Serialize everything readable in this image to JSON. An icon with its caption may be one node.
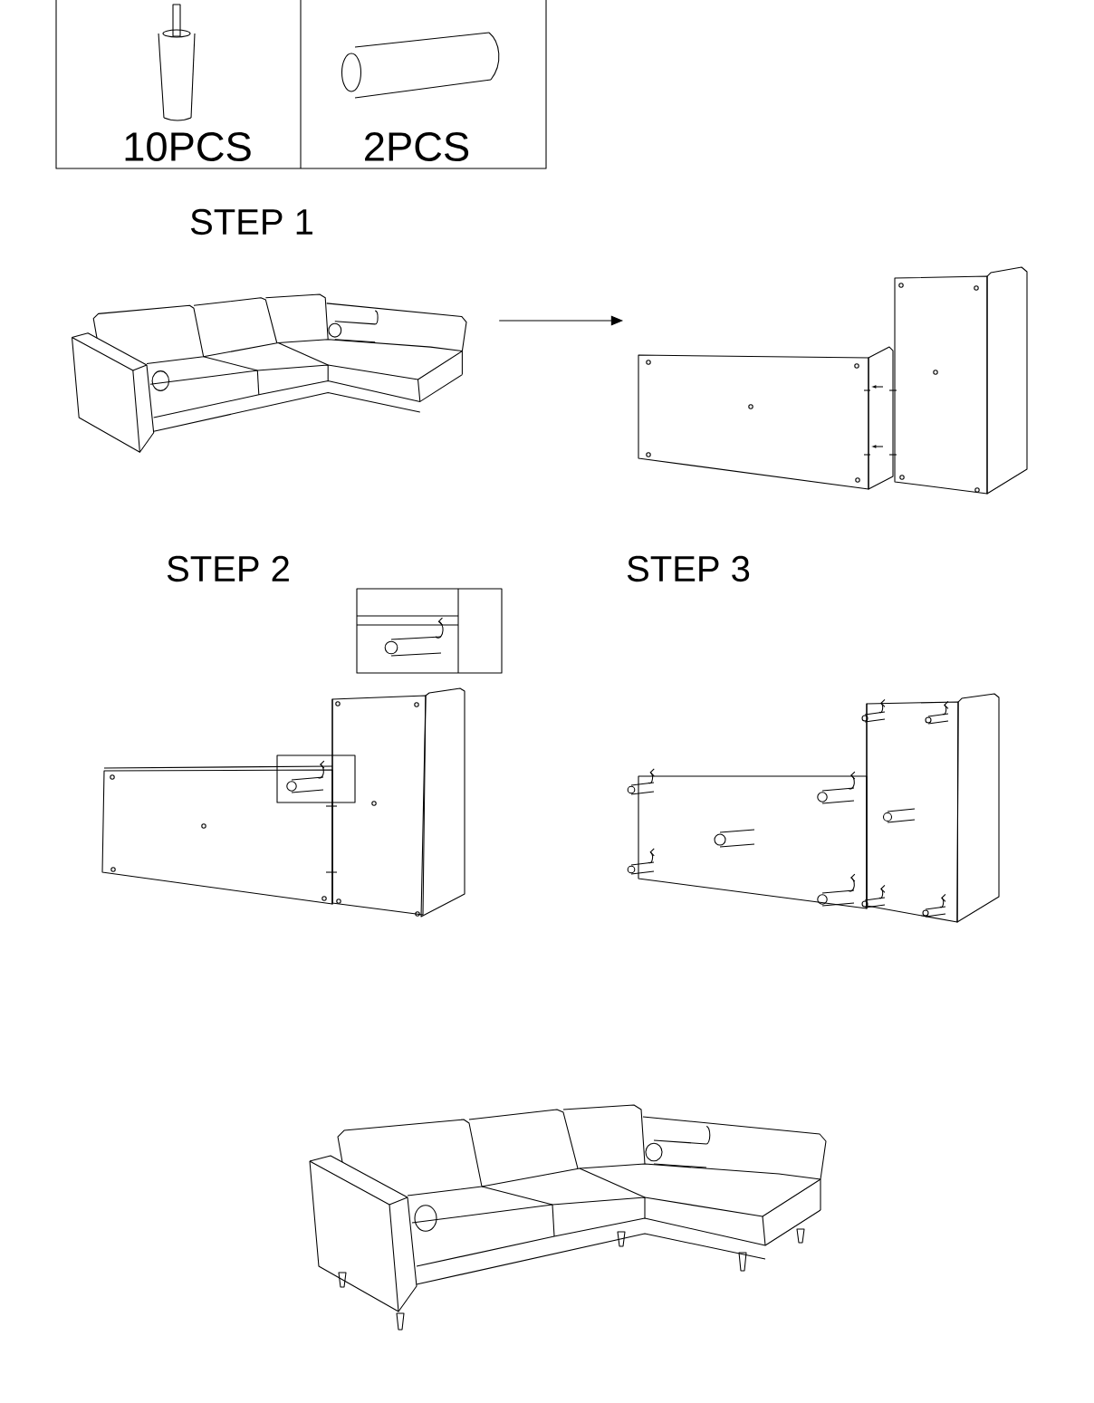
{
  "diagram": {
    "nodes": [
      {
        "text": [],
        "shape": "picture"
      },
      {
        "text": [],
        "shape": "picture"
      }
    ],
    "edges": [
      {
        "from": 0,
        "to": 1,
        "arrow": "to"
      }
    ],
    "labels": [
      "10PCS",
      "2PCS",
      "STEP 1",
      "STEP 2",
      "STEP 3"
    ]
  }
}
